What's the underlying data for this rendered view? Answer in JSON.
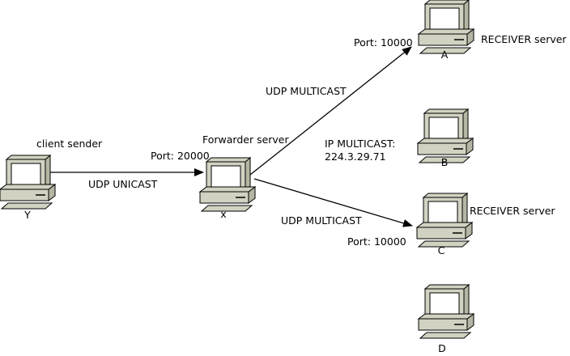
{
  "computers": [
    {
      "id": "Y",
      "name": "Y",
      "role": "client sender"
    },
    {
      "id": "x",
      "name": "x",
      "role": "Forwarder server"
    },
    {
      "id": "A",
      "name": "A",
      "role": "RECEIVER server"
    },
    {
      "id": "B",
      "name": "B",
      "role": ""
    },
    {
      "id": "C",
      "name": "C",
      "role": "RECEIVER server"
    },
    {
      "id": "D",
      "name": "D",
      "role": ""
    }
  ],
  "links": [
    {
      "from": "Y",
      "to": "x",
      "protocol": "UDP UNICAST",
      "port": "Port: 20000"
    },
    {
      "from": "x",
      "to": "A",
      "protocol": "UDP MULTICAST",
      "port": "Port: 10000"
    },
    {
      "from": "x",
      "to": "C",
      "protocol": "UDP MULTICAST",
      "port": "Port: 10000"
    }
  ],
  "multicast": {
    "label": "IP MULTICAST:",
    "address": "224.3.29.71"
  },
  "colors": {
    "computer_fill": "#d2d2c2",
    "computer_shade": "#b6b6a4",
    "screen": "#ffffff",
    "stroke": "#000000"
  }
}
